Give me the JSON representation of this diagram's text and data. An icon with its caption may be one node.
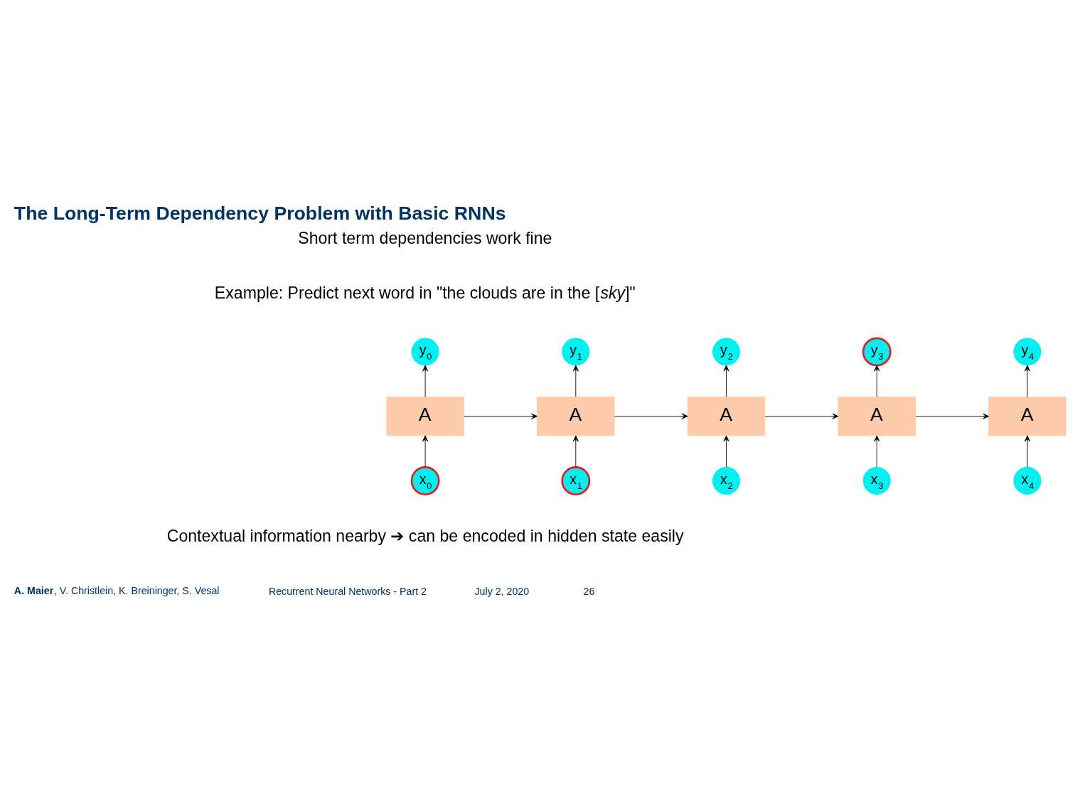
{
  "diagram": {
    "title": "The Long-Term Dependency Problem with Basic RNNs",
    "nodes": [
      {
        "text": [
          "y$_{0}$"
        ]
      },
      {
        "text": [
          "y$_{1}$"
        ]
      },
      {
        "text": [
          "y$_{2}$"
        ]
      },
      {
        "text": [
          "y$_{3}$"
        ]
      },
      {
        "text": [
          "y$_{4}$"
        ]
      },
      {
        "text": [
          "A"
        ]
      },
      {
        "text": [
          "A"
        ]
      },
      {
        "text": [
          "A"
        ]
      },
      {
        "text": [
          "A"
        ]
      },
      {
        "text": [
          "A"
        ]
      },
      {
        "text": [
          "x$_{0}$"
        ]
      },
      {
        "text": [
          "x$_{1}$"
        ]
      },
      {
        "text": [
          "x$_{2}$"
        ]
      },
      {
        "text": [
          "x$_{3}$"
        ]
      },
      {
        "text": [
          "x$_{4}$"
        ]
      }
    ],
    "edges": [
      {
        "from": 5,
        "to": 0,
        "arrow": "to"
      },
      {
        "from": 6,
        "to": 1,
        "arrow": "to"
      },
      {
        "from": 7,
        "to": 2,
        "arrow": "to"
      },
      {
        "from": 8,
        "to": 3,
        "arrow": "to"
      },
      {
        "from": 9,
        "to": 4,
        "arrow": "to"
      },
      {
        "from": 5,
        "to": 6,
        "arrow": "to"
      },
      {
        "from": 6,
        "to": 7,
        "arrow": "to"
      },
      {
        "from": 7,
        "to": 8,
        "arrow": "to"
      },
      {
        "from": 8,
        "to": 9,
        "arrow": "to"
      },
      {
        "from": 10,
        "to": 5,
        "arrow": "to"
      },
      {
        "from": 11,
        "to": 6,
        "arrow": "to"
      },
      {
        "from": 12,
        "to": 7,
        "arrow": "to"
      },
      {
        "from": 13,
        "to": 8,
        "arrow": "to"
      },
      {
        "from": 14,
        "to": 9,
        "arrow": "to"
      }
    ],
    "labels": [
      "Short term dependencies work fine",
      "Example: Predict next word in \"the clouds are in the [*sky*]\"",
      "Contextual information nearby ➔ can be encoded in hidden state easily",
      "**A. Maier**, V. Christlein, K. Breininger, S. Vesal",
      "Recurrent Neural Networks - Part 2",
      "July 2, 2020",
      "26"
    ]
  }
}
